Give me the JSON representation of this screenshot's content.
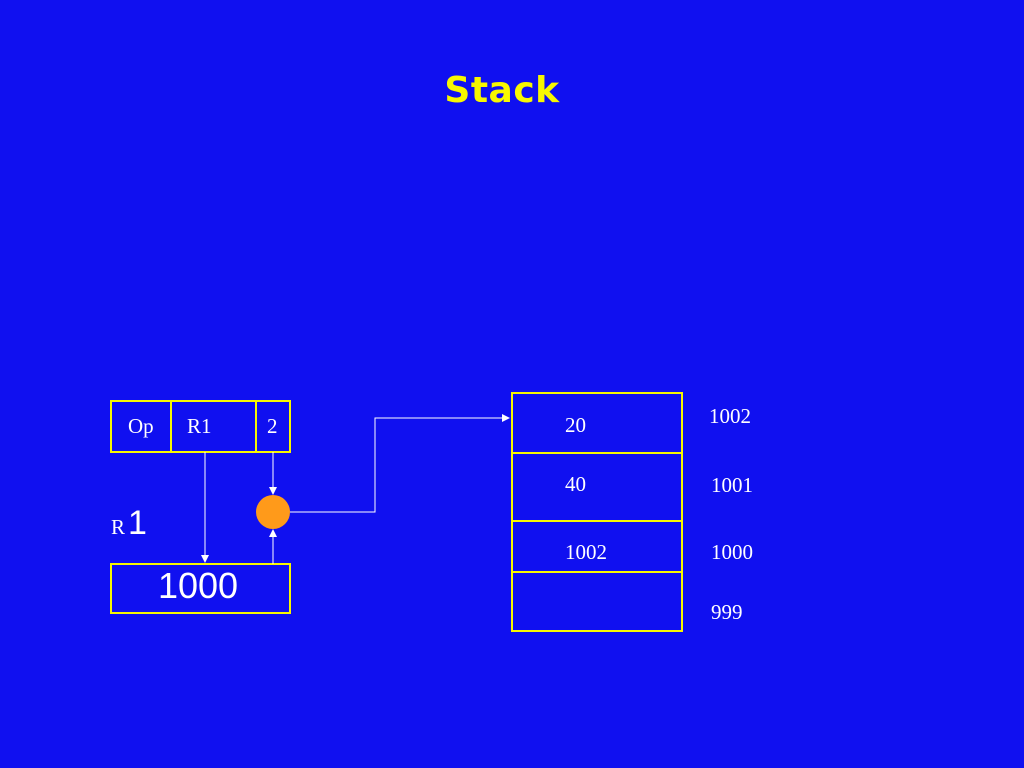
{
  "slide": {
    "title": "Stack"
  },
  "instruction": {
    "fields": [
      "Op",
      "R1",
      "2"
    ]
  },
  "register": {
    "label_prefix": "R",
    "label_number": "1",
    "value": "1000"
  },
  "memory": {
    "cells": [
      {
        "value": "20",
        "address": "1002"
      },
      {
        "value": "40",
        "address": "1001"
      },
      {
        "value": "1002",
        "address": "1000"
      },
      {
        "value": "",
        "address": "999"
      }
    ]
  },
  "colors": {
    "background": "#1010f0",
    "title": "#f7f700",
    "box_border": "#f7f700",
    "adder_fill": "#ff9a1a",
    "arrow": "#ffffff"
  }
}
